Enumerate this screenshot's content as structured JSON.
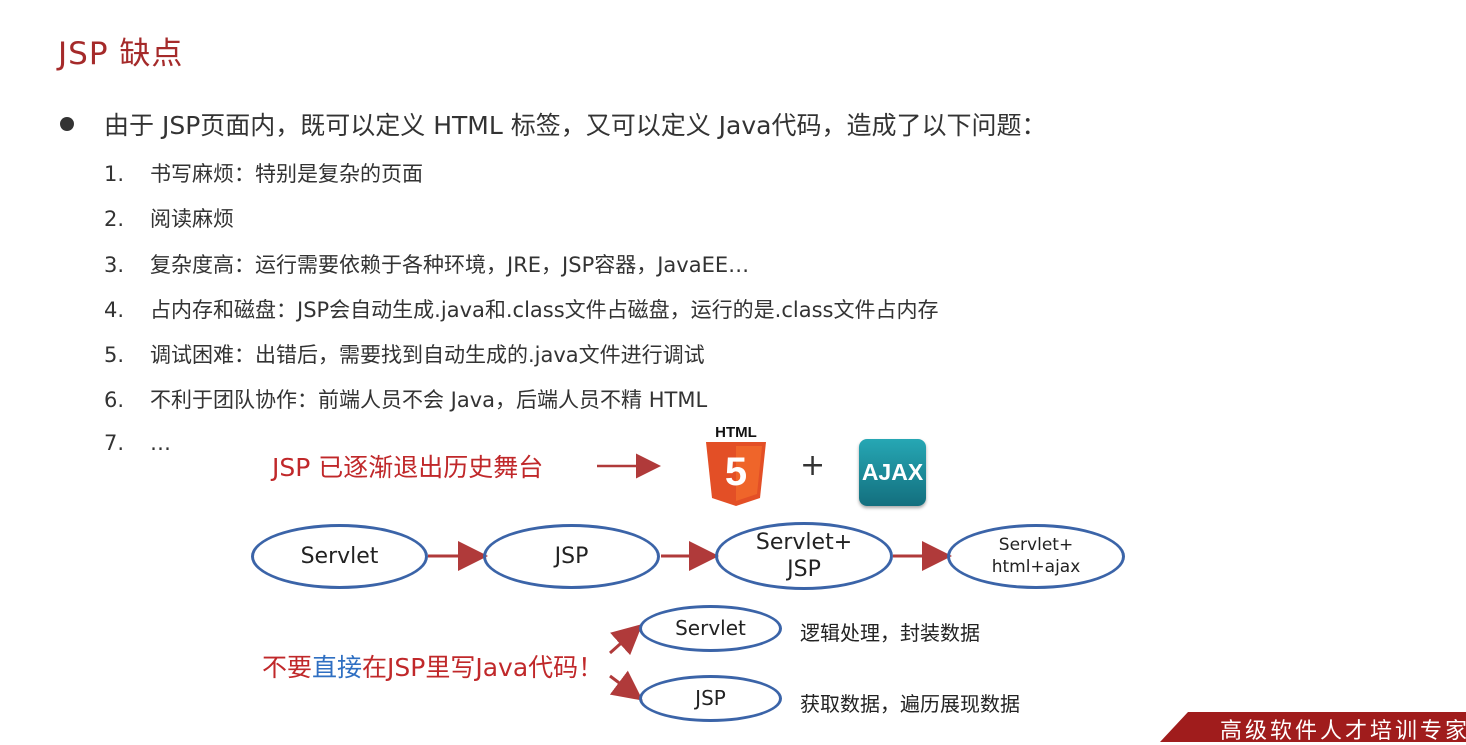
{
  "title": "JSP 缺点",
  "bullet": "由于 JSP页面内，既可以定义 HTML 标签，又可以定义 Java代码，造成了以下问题：",
  "items": [
    {
      "num": "1.",
      "text": "书写麻烦：特别是复杂的页面"
    },
    {
      "num": "2.",
      "text": "阅读麻烦"
    },
    {
      "num": "3.",
      "text": "复杂度高：运行需要依赖于各种环境，JRE，JSP容器，JavaEE…"
    },
    {
      "num": "4.",
      "text": "占内存和磁盘：JSP会自动生成.java和.class文件占磁盘，运行的是.class文件占内存"
    },
    {
      "num": "5.",
      "text": "调试困难：出错后，需要找到自动生成的.java文件进行调试"
    },
    {
      "num": "6.",
      "text": "不利于团队协作：前端人员不会 Java，后端人员不精 HTML"
    },
    {
      "num": "7.",
      "text": "…"
    }
  ],
  "retire_text": "JSP 已逐渐退出历史舞台",
  "plus": "+",
  "logos": {
    "html5_label": "HTML",
    "html5_digit": "5",
    "ajax_label": "AJAX",
    "html5_color": "#e34f26",
    "ajax_color": "#1a8a9a"
  },
  "flow": [
    {
      "line1": "Servlet",
      "line2": ""
    },
    {
      "line1": "JSP",
      "line2": ""
    },
    {
      "line1": "Servlet+",
      "line2": "JSP"
    },
    {
      "line1": "Servlet+",
      "line2": "html+ajax"
    }
  ],
  "split": {
    "warn_pre": "不要",
    "warn_blue": "直接",
    "warn_post": "在JSP里写Java代码！",
    "servlet_label": "Servlet",
    "servlet_note": "逻辑处理，封装数据",
    "jsp_label": "JSP",
    "jsp_note": "获取数据，遍历展现数据"
  },
  "footer": "高级软件人才培训专家",
  "colors": {
    "title": "#a52a2a",
    "accent_red": "#c0282a",
    "ellipse_border": "#3b64a8",
    "arrow": "#b03a3a",
    "footer_bg": "#a01c1c"
  }
}
